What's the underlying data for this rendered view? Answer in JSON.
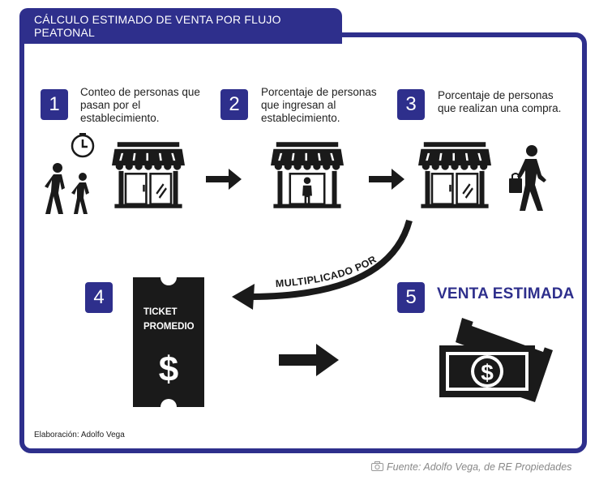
{
  "title": "CÁLCULO ESTIMADO DE VENTA POR FLUJO PEATONAL",
  "accent_color": "#2e2f8c",
  "steps": [
    {
      "number": "1",
      "text": "Conteo de personas que\npasan por el\nestablecimiento.",
      "icons": [
        "clock-icon",
        "walking-people-icon",
        "store-icon"
      ]
    },
    {
      "number": "2",
      "text": "Porcentaje de personas\nque ingresan al\nestablecimiento.",
      "icons": [
        "store-with-person-icon"
      ]
    },
    {
      "number": "3",
      "text": "Porcentaje de personas\nque realizan una compra.",
      "icons": [
        "store-icon",
        "shopper-with-bag-icon"
      ]
    },
    {
      "number": "4",
      "ticket_line1": "TICKET",
      "ticket_line2": "PROMEDIO",
      "ticket_symbol": "$",
      "icons": [
        "ticket-icon"
      ]
    },
    {
      "number": "5",
      "label": "VENTA ESTIMADA",
      "icons": [
        "money-bills-icon"
      ]
    }
  ],
  "curve_label": "MULTIPLICADO POR",
  "credit": "Elaboración: Adolfo Vega",
  "source": "Fuente: Adolfo Vega, de RE Propiedades"
}
